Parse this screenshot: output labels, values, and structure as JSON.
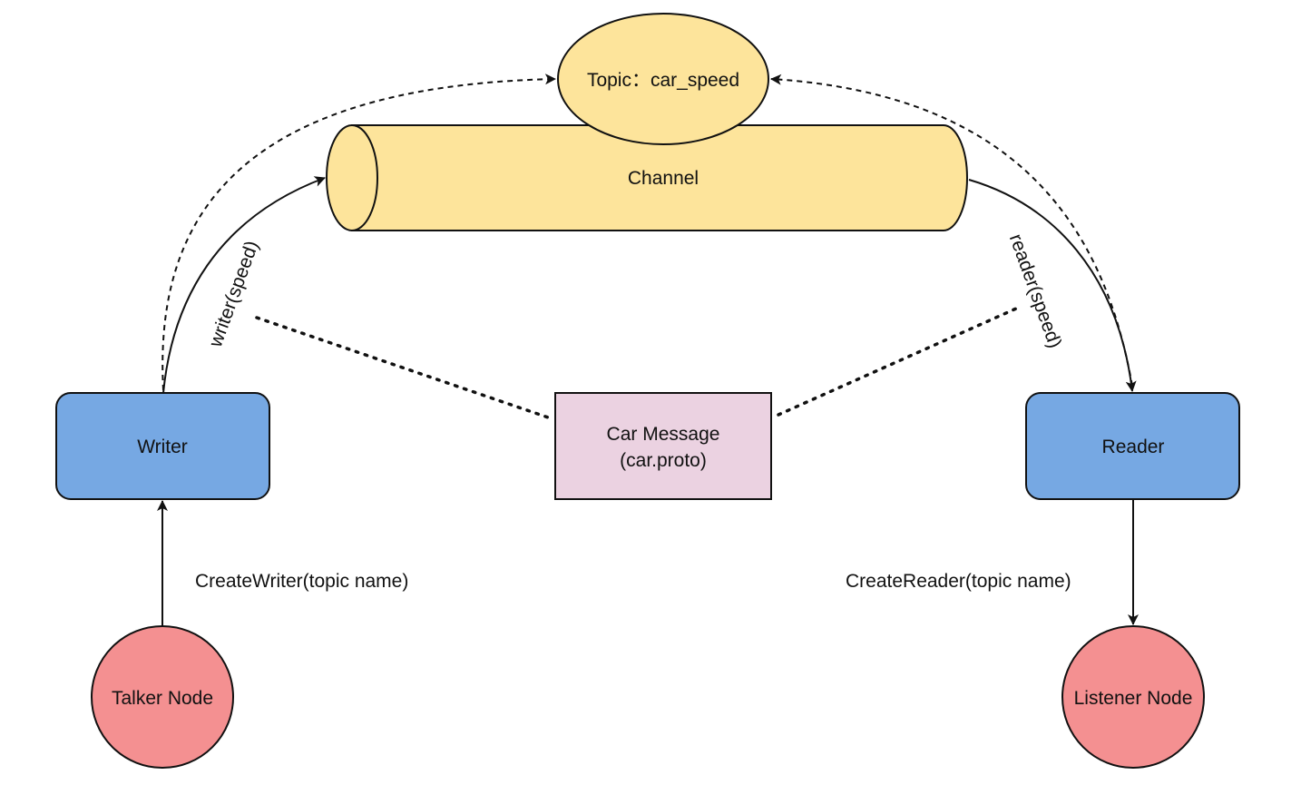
{
  "nodes": {
    "topic": {
      "label": "Topic：car_speed"
    },
    "channel": {
      "label": "Channel"
    },
    "writer": {
      "label": "Writer"
    },
    "reader": {
      "label": "Reader"
    },
    "message": {
      "line1": "Car Message",
      "line2": "(car.proto)"
    },
    "talker": {
      "label": "Talker Node"
    },
    "listener": {
      "label": "Listener Node"
    }
  },
  "edges": {
    "writer_speed": "writer(speed)",
    "reader_speed": "reader(speed)",
    "create_writer": "CreateWriter(topic name)",
    "create_reader": "CreateReader(topic name)"
  },
  "colors": {
    "yellow_fill": "#fde49b",
    "blue_fill": "#76a8e3",
    "pink_fill": "#ebd2e1",
    "red_fill": "#f49091",
    "stroke": "#111111"
  }
}
